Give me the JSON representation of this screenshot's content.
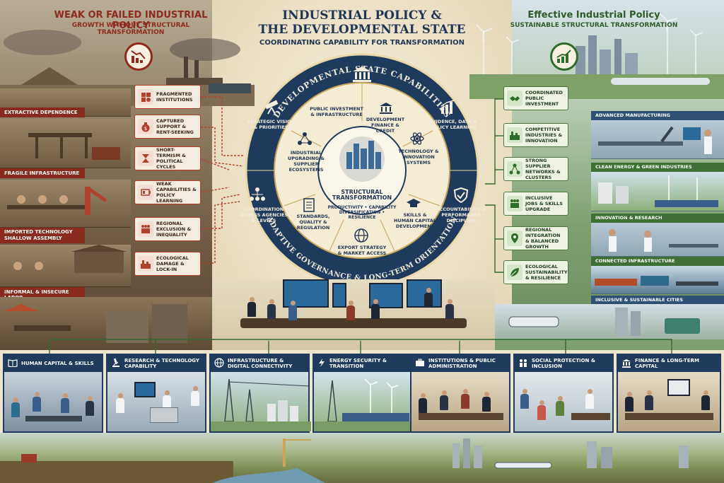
{
  "header": {
    "main_title_line1": "INDUSTRIAL POLICY &",
    "main_title_line2": "THE DEVELOPMENTAL STATE",
    "main_subtitle": "COORDINATING CAPABILITY FOR TRANSFORMATION",
    "left_title": "WEAK OR FAILED INDUSTRIAL POLICY",
    "left_subtitle": "GROWTH WITHOUT STRUCTURAL TRANSFORMATION",
    "right_title": "Effective Industrial Policy",
    "right_subtitle": "SUSTAINABLE STRUCTURAL TRANSFORMATION"
  },
  "left_scenes": [
    "EXTRACTIVE DEPENDENCE",
    "FRAGILE INFRASTRUCTURE",
    "IMPORTED TECHNOLOGY",
    "SHALLOW ASSEMBLY",
    "INFORMAL & INSECURE LABOR"
  ],
  "left_issues": [
    {
      "label": "FRAGMENTED INSTITUTIONS",
      "icon": "puzzle-icon"
    },
    {
      "label": "CAPTURED SUPPORT & RENT-SEEKING",
      "icon": "money-bag-icon"
    },
    {
      "label": "SHORT-TERMISM & POLITICAL CYCLES",
      "icon": "hourglass-icon"
    },
    {
      "label": "WEAK CAPABILITIES & POLICY LEARNING",
      "icon": "battery-low-icon"
    },
    {
      "label": "REGIONAL EXCLUSION & INEQUALITY",
      "icon": "people-icon"
    },
    {
      "label": "ECOLOGICAL DAMAGE & LOCK-IN",
      "icon": "factory-icon"
    }
  ],
  "ring": {
    "top_label": "DEVELOPMENTAL STATE CAPABILITIES",
    "bottom_label": "ADAPTIVE GOVERNANCE & LONG-TERM ORIENTATION",
    "outer_items": [
      "STRATEGIC VISION & PRIORITIES",
      "EVIDENCE, DATA & POLICY LEARNING",
      "ACCOUNTABILITY & PERFORMANCE DISCIPLINE",
      "COORDINATION ACROSS AGENCIES & LEVELS"
    ],
    "inner_items": [
      "PUBLIC INVESTMENT & INFRASTRUCTURE",
      "DEVELOPMENT FINANCE & CREDIT",
      "TECHNOLOGY & INNOVATION SYSTEMS",
      "SKILLS & HUMAN CAPITAL DEVELOPMENT",
      "EXPORT STRATEGY & MARKET ACCESS",
      "STANDARDS, QUALITY & REGULATION",
      "INDUSTRIAL UPGRADING & SUPPLIER ECOSYSTEMS"
    ],
    "core_title": "STRUCTURAL TRANSFORMATION",
    "core_subtitle": "PRODUCTIVITY • CAPABILITY DIVERSIFICATION • RESILIENCE"
  },
  "right_outcomes": [
    {
      "label": "COORDINATED PUBLIC INVESTMENT",
      "icon": "handshake-icon"
    },
    {
      "label": "COMPETITIVE INDUSTRIES & INNOVATION",
      "icon": "factory-icon"
    },
    {
      "label": "STRONG SUPPLIER NETWORKS & CLUSTERS",
      "icon": "network-icon"
    },
    {
      "label": "INCLUSIVE JOBS & SKILLS UPGRADE",
      "icon": "people-icon"
    },
    {
      "label": "REGIONAL INTEGRATION & BALANCED GROWTH",
      "icon": "location-pin-icon"
    },
    {
      "label": "ECOLOGICAL SUSTAINABILITY & RESILIENCE",
      "icon": "leaf-icon"
    }
  ],
  "right_scenes": [
    "ADVANCED MANUFACTURING",
    "CLEAN ENERGY & GREEN INDUSTRIES",
    "INNOVATION & RESEARCH",
    "CONNECTED INFRASTRUCTURE",
    "INCLUSIVE & SUSTAINABLE CITIES"
  ],
  "bottom_panels": [
    {
      "label": "HUMAN CAPITAL & SKILLS",
      "icon": "book-icon"
    },
    {
      "label": "RESEARCH & TECHNOLOGY CAPABILITY",
      "icon": "microscope-icon"
    },
    {
      "label": "INFRASTRUCTURE & DIGITAL CONNECTIVITY",
      "icon": "globe-icon"
    },
    {
      "label": "ENERGY SECURITY & TRANSITION",
      "icon": "lightning-icon"
    },
    {
      "label": "INSTITUTIONS & PUBLIC ADMINISTRATION",
      "icon": "briefcase-icon"
    },
    {
      "label": "SOCIAL PROTECTION & INCLUSION",
      "icon": "people-icon"
    },
    {
      "label": "FINANCE & LONG-TERM CAPITAL",
      "icon": "bank-icon"
    }
  ],
  "colors": {
    "failed_accent": "#8f2a1c",
    "effective_accent": "#2f6b2a",
    "navy": "#1f3a5c",
    "gold": "#e9d9a8"
  }
}
